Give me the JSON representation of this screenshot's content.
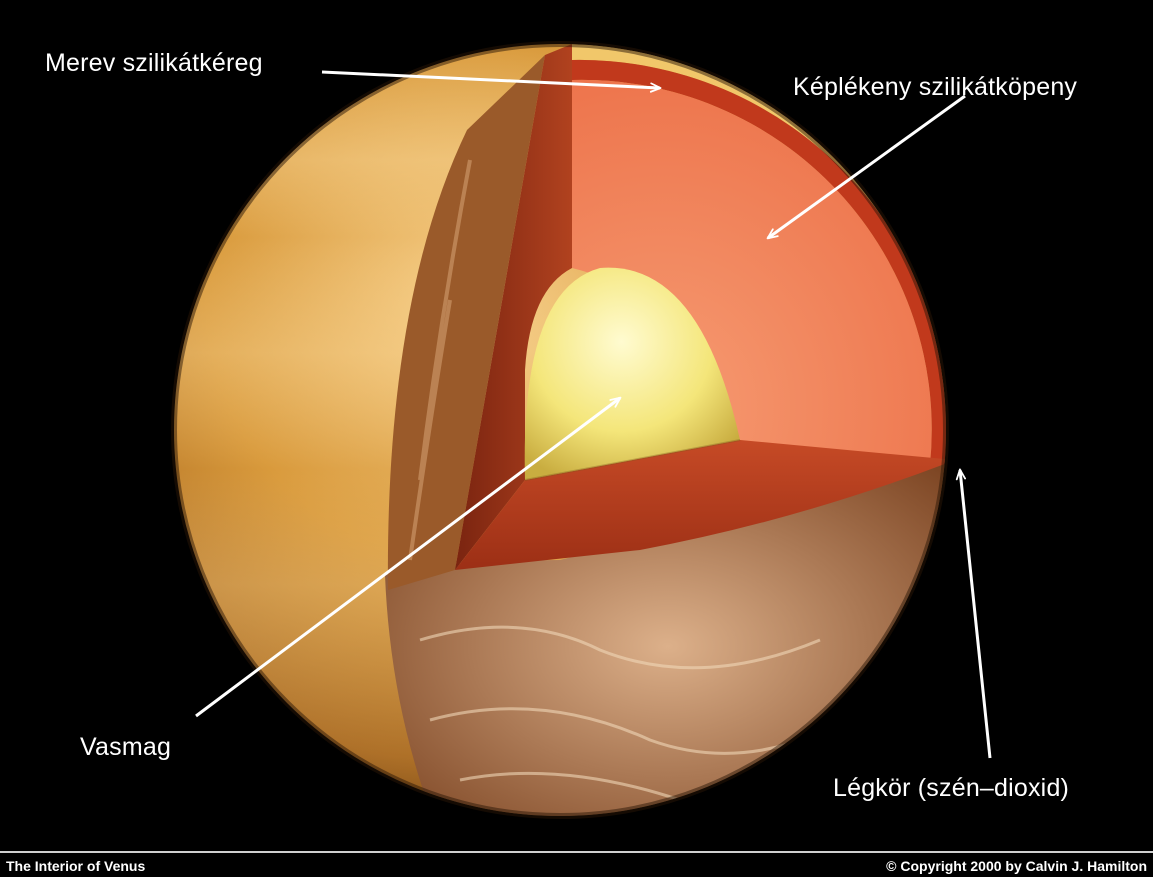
{
  "labels": {
    "crust": "Merev szilikátkéreg",
    "mantle": "Képlékeny szilikátköpeny",
    "core": "Vasmag",
    "atmosphere": "Légkör (szén–dioxid)"
  },
  "footer": {
    "title": "The Interior of Venus",
    "copyright": "© Copyright 2000 by Calvin J. Hamilton"
  },
  "colors": {
    "background": "#000000",
    "surface": "#d99a3c",
    "crust": "#b8351c",
    "mantle": "#ef7a52",
    "core": "#f4e67a",
    "label": "#ffffff"
  }
}
